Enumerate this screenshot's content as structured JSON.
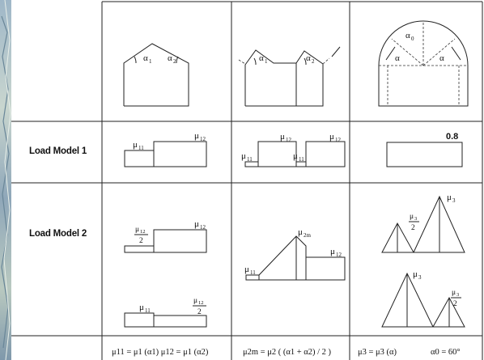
{
  "rows": {
    "load_model_1": "Load Model 1",
    "load_model_2": "Load Model 2"
  },
  "symbols": {
    "alpha": "α",
    "alpha_0": "α",
    "mu": "μ",
    "sub_1": "1",
    "sub_2": "2",
    "sub_3": "3",
    "sub_0": "0",
    "sub_11": "11",
    "sub_12": "12",
    "sub_2m": "2m",
    "two": "2"
  },
  "values": {
    "lm1_col3": "0.8"
  },
  "formulas": {
    "col1": "μ11 = μ1 (α1)   μ12 = μ1 (α2)",
    "col2": "μ2m = μ2 ( (α1 + α2) / 2 )",
    "col3_a": "μ3 = μ3 (α)",
    "col3_b": "α0 = 60°"
  }
}
